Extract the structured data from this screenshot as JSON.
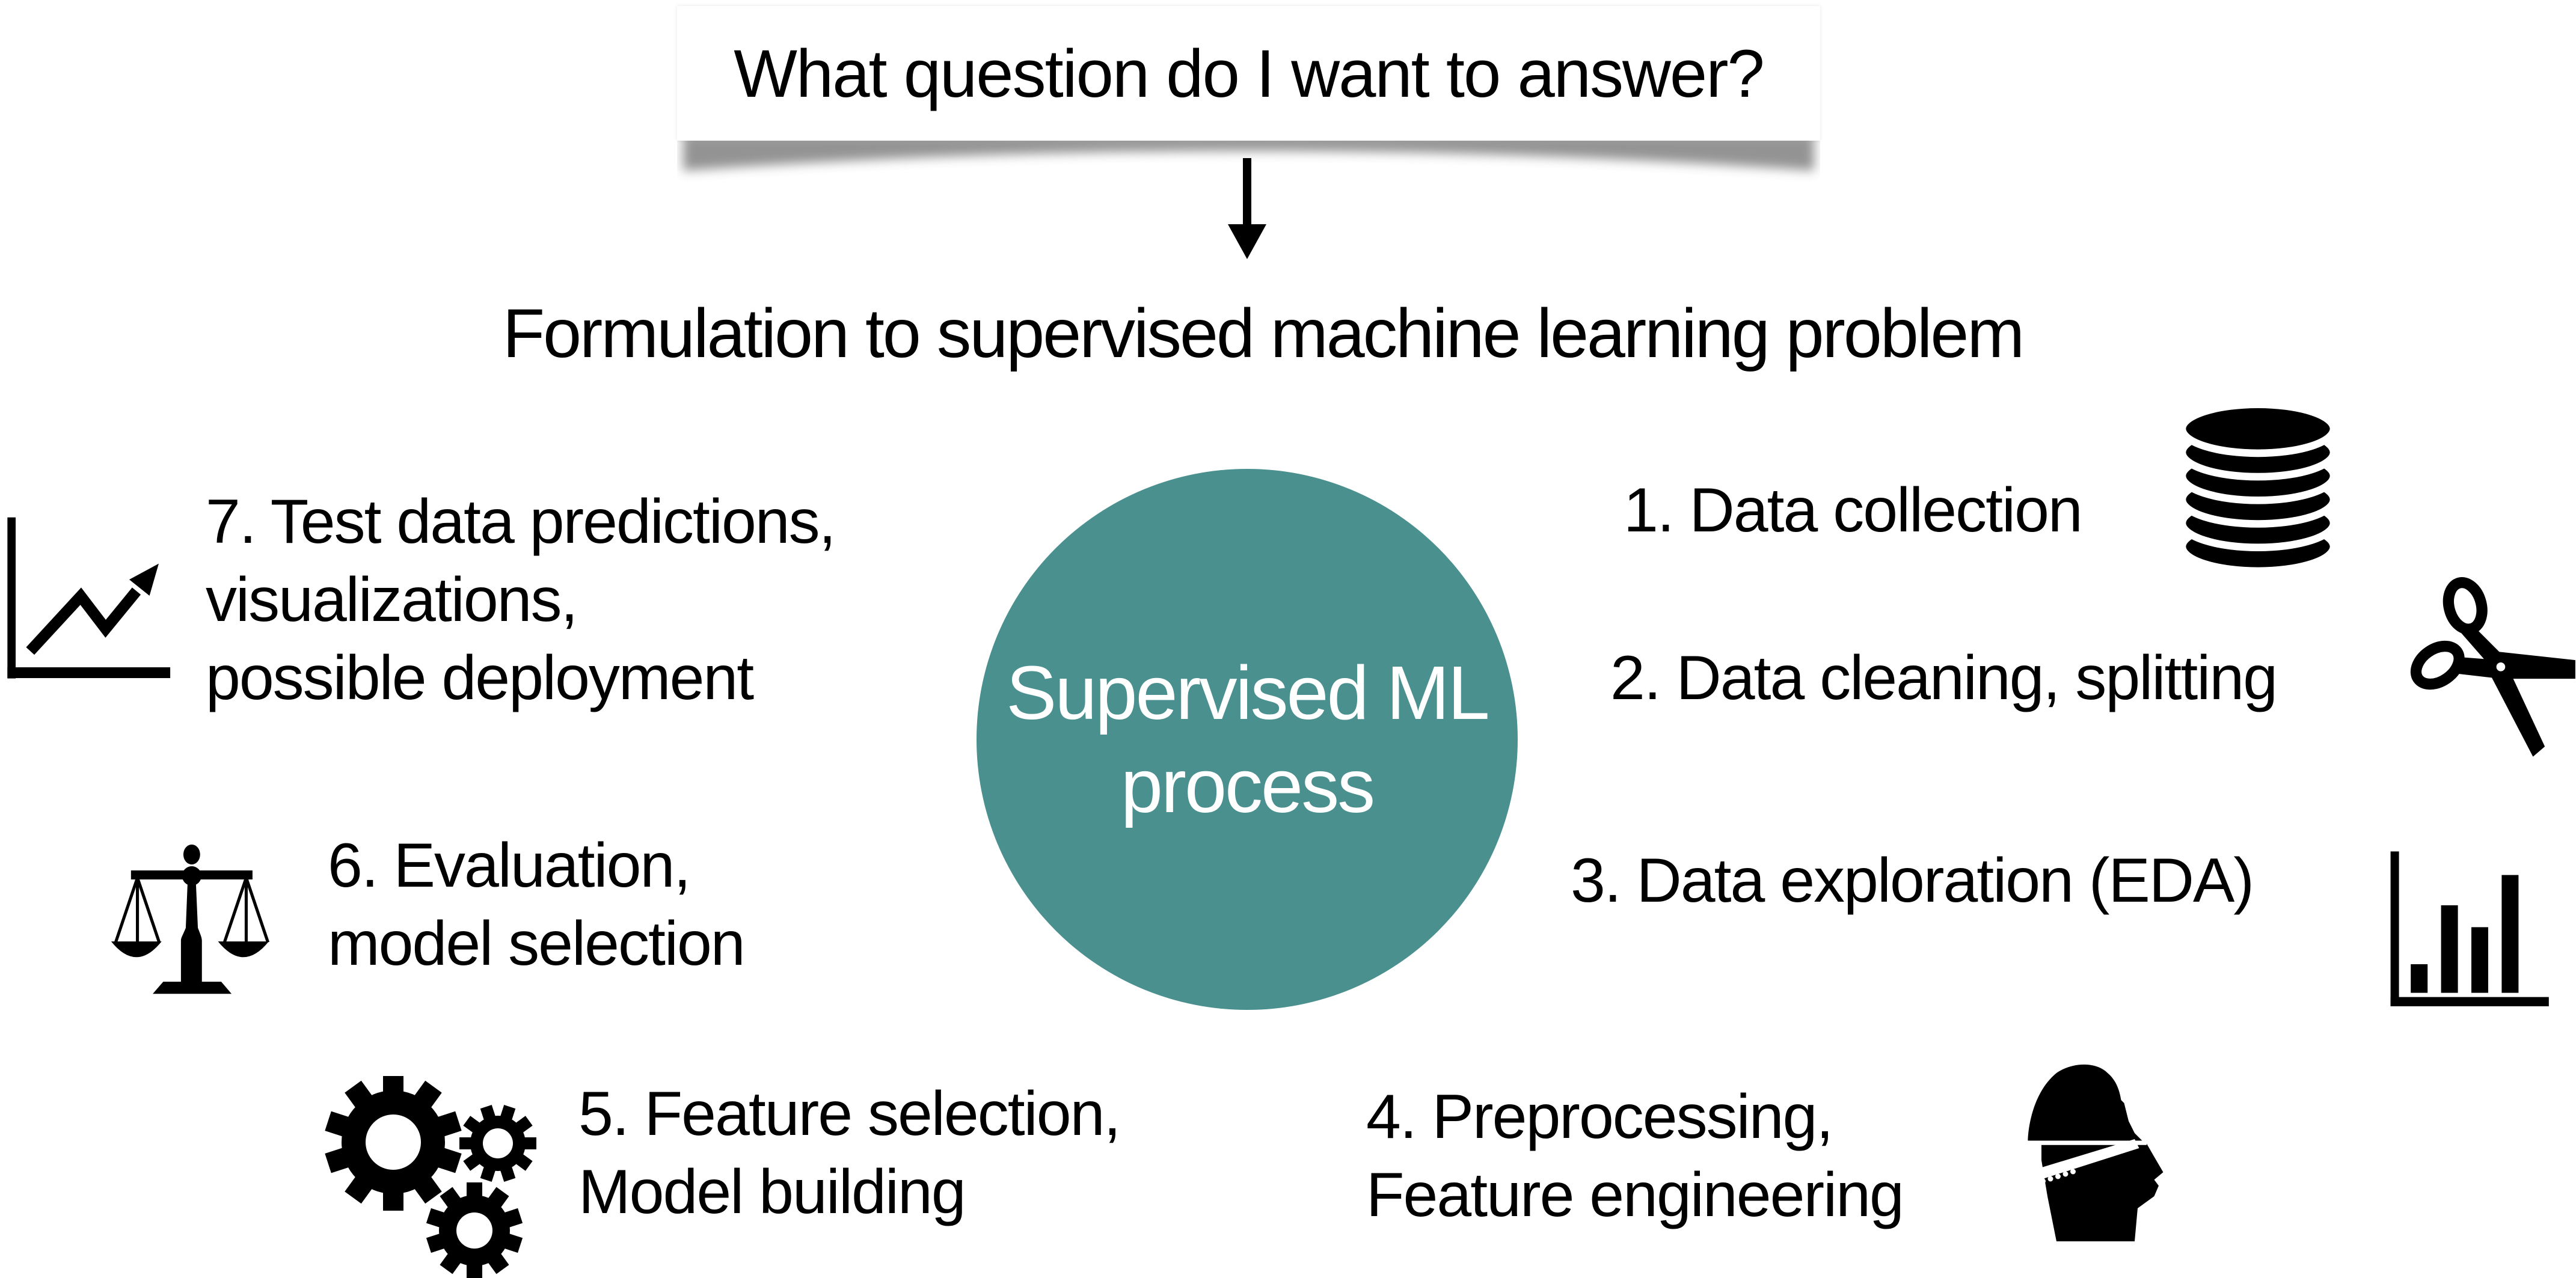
{
  "question_box": {
    "text": "What question do I want to answer?"
  },
  "subtitle": {
    "text": "Formulation to supervised machine learning problem"
  },
  "center_circle": {
    "lines": [
      "Supervised ML",
      "process"
    ],
    "color": "#4A908F",
    "text_color": "#ffffff"
  },
  "steps": [
    {
      "name": "data-collection",
      "icon": "database-icon",
      "lines": [
        "1. Data collection"
      ]
    },
    {
      "name": "data-cleaning-splitting",
      "icon": "scissors-icon",
      "lines": [
        "2. Data cleaning, splitting"
      ]
    },
    {
      "name": "data-exploration-eda",
      "icon": "bar-chart-icon",
      "lines": [
        "3. Data exploration (EDA)"
      ]
    },
    {
      "name": "preprocessing-feature-engineering",
      "icon": "engineer-icon",
      "lines": [
        "4. Preprocessing,",
        "Feature engineering"
      ]
    },
    {
      "name": "feature-selection-model-building",
      "icon": "gears-icon",
      "lines": [
        "5. Feature selection,",
        "Model building"
      ]
    },
    {
      "name": "evaluation-model-selection",
      "icon": "scales-icon",
      "lines": [
        "6. Evaluation,",
        "model selection"
      ]
    },
    {
      "name": "test-predictions-visualizations-deployment",
      "icon": "line-chart-icon",
      "lines": [
        "7. Test data predictions,",
        "visualizations,",
        "possible deployment"
      ]
    }
  ],
  "colors": {
    "circle_teal": "#4A908F",
    "icon_black": "#000000",
    "text_black": "#000000",
    "shadow_gray": "#8a8a8a",
    "background": "#ffffff"
  }
}
